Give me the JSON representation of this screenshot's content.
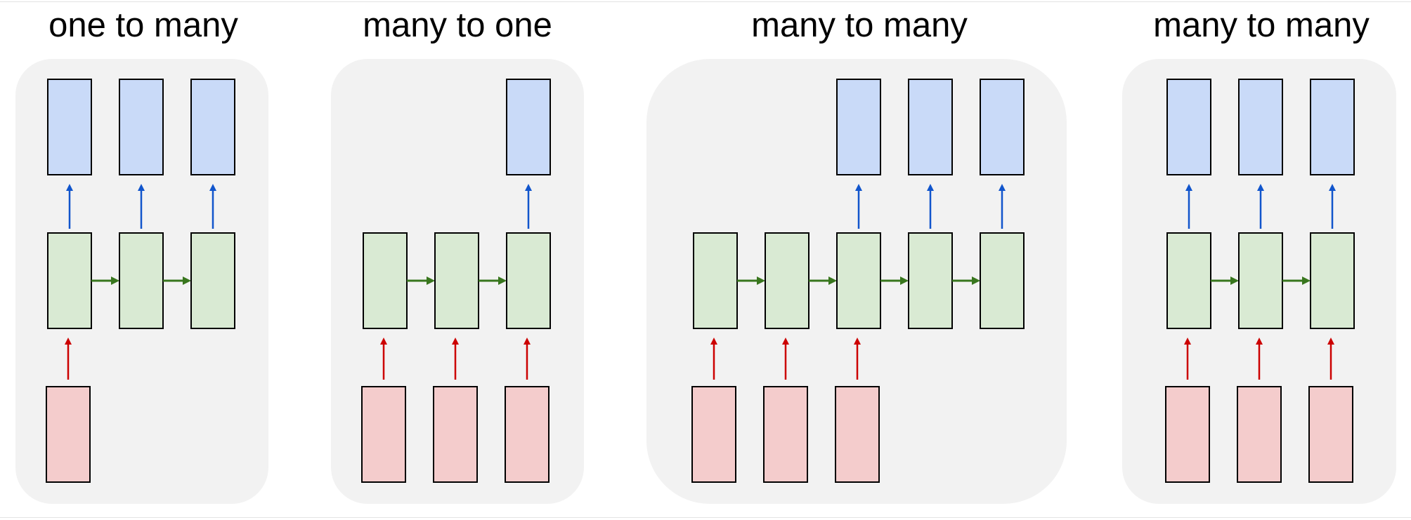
{
  "colors": {
    "panel_fill": "#f2f2f2",
    "output_fill": "#c9daf8",
    "hidden_fill": "#d9ead3",
    "input_fill": "#f4cccc",
    "box_stroke": "#000000",
    "up_arrow_output": "#1155cc",
    "up_arrow_input": "#cc0000",
    "recurrent_arrow": "#38761d"
  },
  "panels": [
    {
      "title": "one to many",
      "inputs": [
        0
      ],
      "outputs": [
        0,
        1,
        2
      ],
      "hidden_count": 3
    },
    {
      "title": "many to one",
      "inputs": [
        0,
        1,
        2
      ],
      "outputs": [
        2
      ],
      "hidden_count": 3
    },
    {
      "title": "many to many",
      "inputs": [
        0,
        1,
        2
      ],
      "outputs": [
        2,
        3,
        4
      ],
      "hidden_count": 5
    },
    {
      "title": "many to many",
      "inputs": [
        0,
        1,
        2
      ],
      "outputs": [
        0,
        1,
        2
      ],
      "hidden_count": 3
    }
  ]
}
